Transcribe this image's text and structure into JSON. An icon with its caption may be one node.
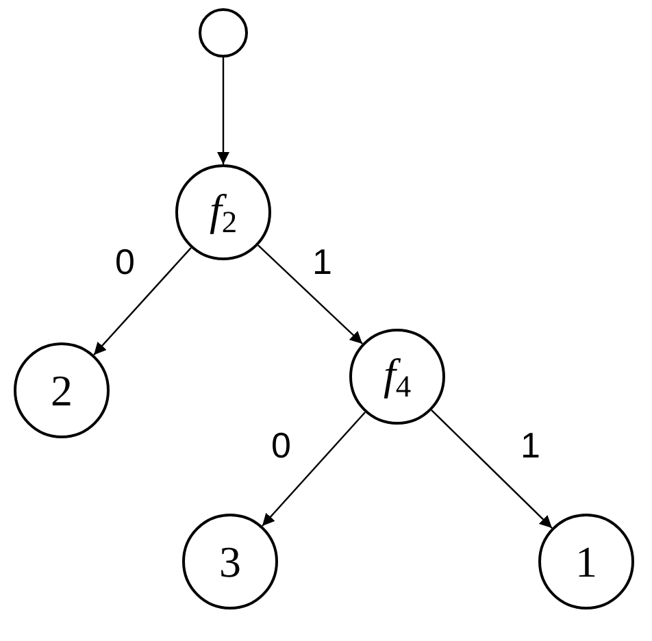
{
  "diagram": {
    "nodes": [
      {
        "text": [],
        "shape": "circle"
      },
      {
        "text": [
          "*f*$_{2}$"
        ]
      },
      {
        "text": [
          "2"
        ]
      },
      {
        "text": [
          "*f*$_{4}$"
        ]
      },
      {
        "text": [
          "3"
        ]
      },
      {
        "text": [
          "1"
        ]
      }
    ],
    "edges": [
      {
        "from": 0,
        "to": 1,
        "arrow": "to"
      },
      {
        "from": 1,
        "to": 2,
        "arrow": "to",
        "label": "0"
      },
      {
        "from": 1,
        "to": 3,
        "arrow": "to",
        "label": "1"
      },
      {
        "from": 3,
        "to": 4,
        "arrow": "to",
        "label": "0"
      },
      {
        "from": 3,
        "to": 5,
        "arrow": "to",
        "label": "1"
      }
    ]
  }
}
